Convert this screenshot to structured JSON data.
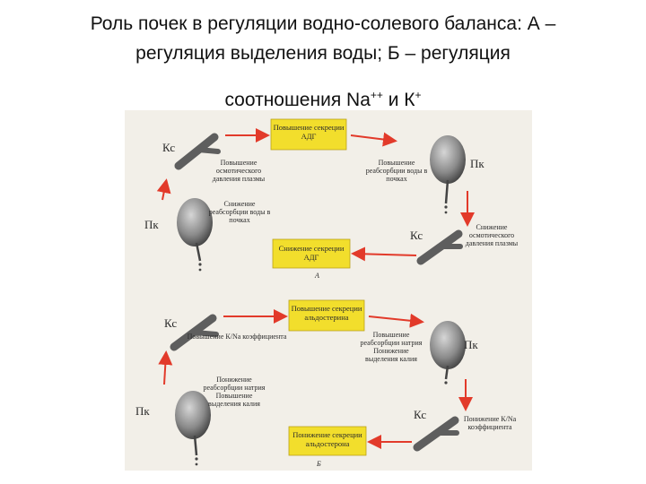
{
  "title": {
    "line1": "Роль почек в регуляции водно-солевого баланса: А –",
    "line2": "регуляция  выделения воды; Б – регуляция",
    "line3_text": "соотношения Na",
    "line3_sup1": "++",
    "line3_and": " и  К",
    "line3_sup2": "+"
  },
  "figure": {
    "colors": {
      "box": "#f2de2c",
      "arrow": "#e23a2a",
      "background": "#f2efe8"
    },
    "part_a": {
      "box_top": "Повышение секреции АДГ",
      "box_bottom": "Снижение секреции АДГ",
      "note_upper_left": "Повышение осмотического давления плазмы",
      "note_upper_right": "Повышение реабсорбции воды в почках",
      "note_lower_left": "Снижение реабсорбции воды в почках",
      "note_lower_right": "Снижение осмотического давления плазмы",
      "code_vessel_top": "Кс",
      "code_vessel_bottom": "Кс",
      "code_kidney_right": "Пк",
      "code_kidney_left": "Пк",
      "label": "А"
    },
    "part_b": {
      "box_top": "Повышение секреции альдостерина",
      "box_bottom": "Понижение секреции альдостерона",
      "note_upper_left": "Повышение К/Na коэффициента",
      "note_upper_right": "Повышение реабсорбции натрия Понижение выделения калия",
      "note_lower_left": "Понижение реабсорбции натрия Повышение выделения калия",
      "note_lower_right": "Понижение К/Na коэффициента",
      "code_vessel_top": "Кс",
      "code_vessel_bottom": "Кс",
      "code_kidney_right": "Пк",
      "code_kidney_left": "Пк",
      "label": "Б"
    }
  }
}
